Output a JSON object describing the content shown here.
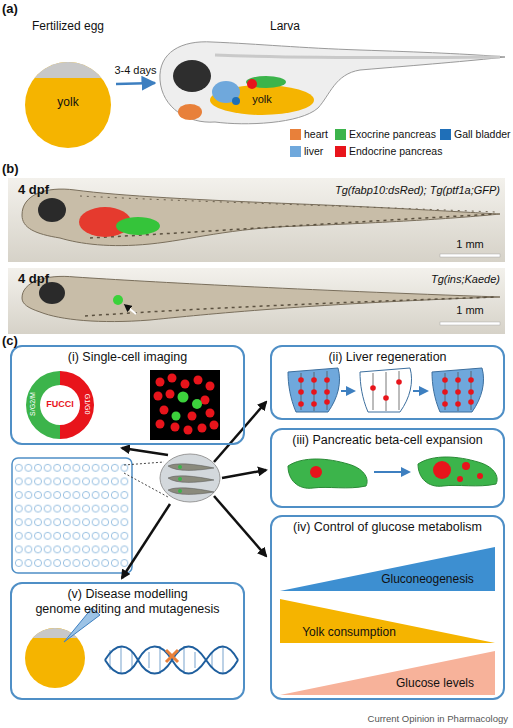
{
  "diagram": {
    "nodes": [
      {
        "text": [
          "Fertilized egg",
          "yolk"
        ]
      },
      {
        "text": [
          "Larva",
          "yolk"
        ]
      },
      {
        "text": [
          "(i) Single-cell imaging"
        ]
      },
      {
        "text": [
          "FUCCI",
          "S/G2/M",
          "G1/G0"
        ],
        "in": 2
      },
      {
        "text": [
          "(ii) Liver regeneration"
        ]
      },
      {
        "text": [
          "(iii) Pancreatic beta-cell expansion"
        ]
      },
      {
        "text": [
          "(v) Disease modelling",
          "genome editing and mutagenesis"
        ]
      },
      {
        "text": [
          "(iv) Control of glucose metabolism"
        ]
      },
      {
        "text": [
          "Gluconeogenesis"
        ],
        "in": 7
      },
      {
        "text": [
          "Yolk consumption"
        ],
        "in": 7
      },
      {
        "text": [
          "Glucose levels"
        ],
        "in": 7
      }
    ],
    "edges": [
      {
        "from": 0,
        "to": 1,
        "label": "3-4 days",
        "arrow": "to"
      }
    ],
    "labels": [
      "(a)",
      "(b)",
      "4 dpf",
      "Tg(fabp10:dsRed); Tg(ptf1a;GFP)",
      "1 mm",
      "4 dpf",
      "Tg(ins;Kaede)",
      "1 mm",
      "(c)",
      "Current Opinion in Pharmacology"
    ],
    "legend": [
      {
        "text": "heart",
        "color": "#e8803a"
      },
      {
        "text": "Exocrine pancreas",
        "color": "#3cb44b"
      },
      {
        "text": "Gall bladder",
        "color": "#1f6fb8"
      },
      {
        "text": "liver",
        "color": "#6fa8dc"
      },
      {
        "text": "Endocrine pancreas",
        "color": "#e8141b"
      }
    ]
  }
}
